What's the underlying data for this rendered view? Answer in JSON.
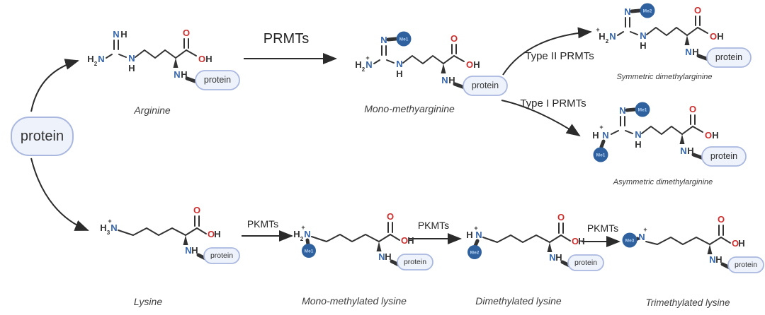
{
  "diagram": {
    "protein_node_label": "protein",
    "atoms": {
      "h": "H",
      "n": "N",
      "o": "O",
      "plus": "+",
      "sub2": "2",
      "sub3": "3"
    },
    "badges": {
      "me1": "Me1",
      "me2": "Me2",
      "me3": "Me3"
    },
    "molecules": {
      "arginine": "Arginine",
      "mono_methylarginine": "Mono-methyarginine",
      "symmetric_dimethylarginine": "Symmetric dimethylarginine",
      "asymmetric_dimethylarginine": "Asymmetric dimethylarginine",
      "lysine": "Lysine",
      "mono_methylated_lysine": "Mono-methylated lysine",
      "dimethylated_lysine": "Dimethylated lysine",
      "trimethylated_lysine": "Trimethylated lysine"
    },
    "enzymes": {
      "prmts": "PRMTs",
      "type2_prmts": "Type II PRMTs",
      "type1_prmts": "Type I PRMTs",
      "pkmts": "PKMTs"
    },
    "colors": {
      "nitrogen_blue": "#3566ad",
      "oxygen_red": "#cc2e2e",
      "bond_dark": "#333333",
      "methyl_badge_blue": "#2f619f",
      "methyl_badge_text": "#b5d2f2",
      "protein_pill_fill": "#eef2fb",
      "protein_pill_border": "#aab8e0",
      "arrow_dark": "#2b2b2b",
      "label_gray": "#3d3d3d"
    }
  }
}
